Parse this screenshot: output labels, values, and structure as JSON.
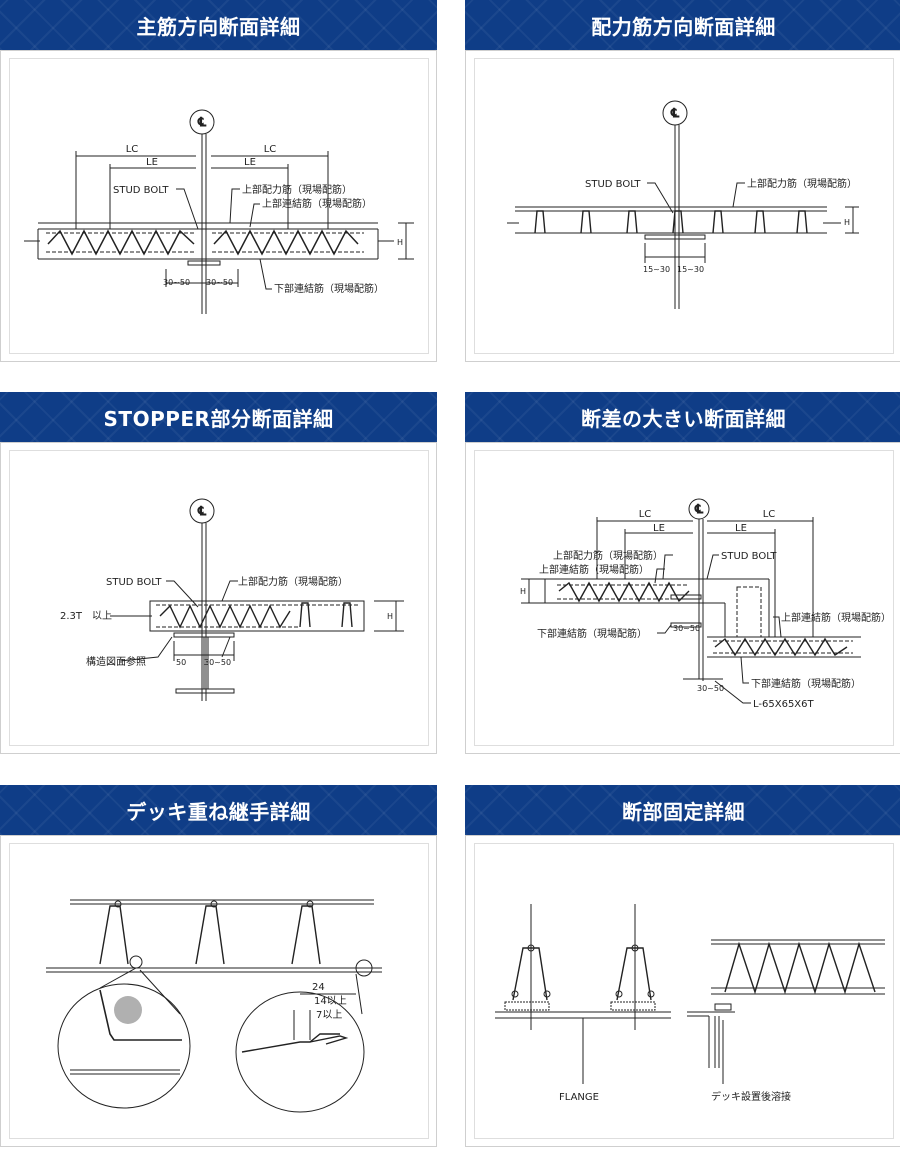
{
  "panels": {
    "p1": {
      "title": "主筋方向断面詳細",
      "cl": "℄",
      "lc_left": "LC",
      "lc_right": "LC",
      "le_left": "LE",
      "le_right": "LE",
      "stud_bolt": "STUD BOLT",
      "upper_dist_bar": "上部配力筋（現場配筋）",
      "upper_tie_bar": "上部連結筋（現場配筋）",
      "lower_tie_bar": "下部連結筋（現場配筋）",
      "dim_left": "30~50",
      "dim_right": "30~50",
      "h": "H"
    },
    "p2": {
      "title": "配力筋方向断面詳細",
      "cl": "℄",
      "stud_bolt": "STUD BOLT",
      "upper_dist_bar": "上部配力筋（現場配筋）",
      "dim_left": "15~30",
      "dim_right": "15~30",
      "h": "H"
    },
    "p3": {
      "title": "STOPPER部分断面詳細",
      "cl": "℄",
      "stud_bolt": "STUD BOLT",
      "upper_dist_bar": "上部配力筋（現場配筋）",
      "thickness": "2.3T　以上",
      "ref": "構造図面参照",
      "dim_left": "50",
      "dim_right": "30~50",
      "h": "H"
    },
    "p4": {
      "title": "断差の大きい断面詳細",
      "cl": "℄",
      "lc_left": "LC",
      "lc_right": "LC",
      "le_left": "LE",
      "le_right": "LE",
      "upper_dist_bar": "上部配力筋（現場配筋）",
      "upper_tie_bar_l": "上部連結筋（現場配筋）",
      "stud_bolt": "STUD BOLT",
      "upper_tie_bar_r": "上部連結筋（現場配筋）",
      "lower_tie_bar_l": "下部連結筋（現場配筋）",
      "lower_tie_bar_r": "下部連結筋（現場配筋）",
      "angle": "L-65X65X6T",
      "dim_a": "30~50",
      "dim_b": "30~50",
      "h": "H"
    },
    "p5": {
      "title": "デッキ重ね継手詳細",
      "dim_24": "24",
      "dim_14": "14以上",
      "dim_7": "7以上"
    },
    "p6": {
      "title": "断部固定詳細",
      "flange": "FLANGE",
      "weld": "デッキ設置後溶接"
    }
  }
}
